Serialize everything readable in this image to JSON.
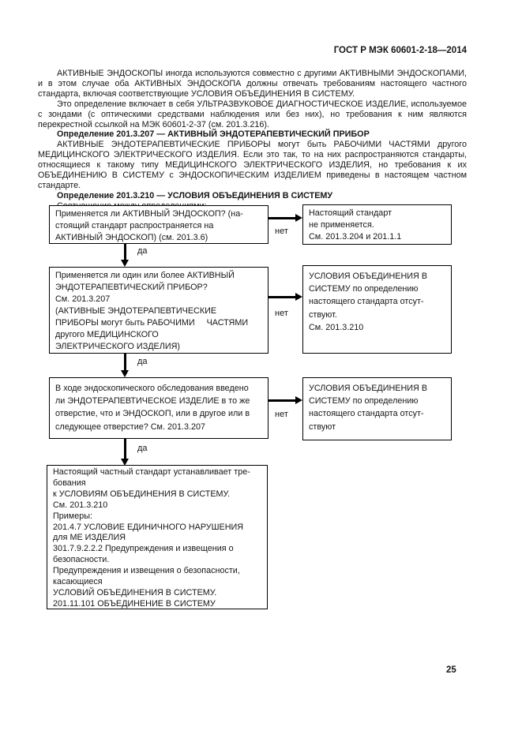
{
  "header": {
    "title": "ГОСТ Р МЭК 60601-2-18—2014"
  },
  "body": {
    "p1": "АКТИВНЫЕ ЭНДОСКОПЫ иногда используются совместно с другими АКТИВНЫМИ ЭНДОСКОПАМИ, и в этом случае оба АКТИВНЫХ ЭНДОСКОПА должны отвечать требованиям настоящего частного стандарта, включая соответствующие УСЛОВИЯ ОБЪЕДИНЕНИЯ В СИСТЕМУ.",
    "p2": "Это определение включает в себя УЛЬТРАЗВУКОВОЕ ДИАГНОСТИЧЕСКОЕ ИЗДЕЛИЕ, используемое с зондами (с оптическими средствами наблюдения или без них), но требования к ним являются перекрестной ссылкой на МЭК 60601-2-37 (см. 201.3.216).",
    "h1": "Определение 201.3.207 — АКТИВНЫЙ ЭНДОТЕРАПЕВТИЧЕСКИЙ ПРИБОР",
    "p3": "АКТИВНЫЕ ЭНДОТЕРАПЕВТИЧЕСКИЕ ПРИБОРЫ могут быть РАБОЧИМИ ЧАСТЯМИ другого МЕДИЦИНСКОГО ЭЛЕКТРИЧЕСКОГО ИЗДЕЛИЯ. Если это так, то на них распространяются стандарты, относящиеся к такому типу МЕДИЦИНСКОГО ЭЛЕКТРИЧЕСКОГО ИЗДЕЛИЯ, но требования к их ОБЪЕДИНЕНИЮ В СИСТЕМУ с ЭНДОСКОПИЧЕСКИМ ИЗДЕЛИЕМ приведены в настоящем частном стандарте.",
    "h2": "Определение 201.3.210 — УСЛОВИЯ ОБЪЕДИНЕНИЯ В СИСТЕМУ",
    "p4": "Соотношение между определениями:"
  },
  "flow": {
    "labels": {
      "yes": "да",
      "no": "нет"
    },
    "q1": "Применяется ли АКТИВНЫЙ ЭНДОСКОП? (на-\nстоящий стандарт распространяется на\nАКТИВНЫЙ ЭНДОСКОП) (см. 201.3.6)",
    "r1": "Настоящий стандарт\nне применяется.\nСм. 201.3.204 и 201.1.1",
    "q2": "Применяется ли один или более АКТИВНЫЙ\nЭНДОТЕРАПЕВТИЧЕСКИЙ ПРИБОР?\nСм. 201.3.207\n(АКТИВНЫЕ ЭНДОТЕРАПЕВТИЧЕСКИЕ\nПРИБОРЫ могут быть РАБОЧИМИ     ЧАСТЯМИ\nдругого МЕДИЦИНСКОГО\nЭЛЕКТРИЧЕСКОГО ИЗДЕЛИЯ)",
    "r2": "УСЛОВИЯ ОБЪЕДИНЕНИЯ В\nСИСТЕМУ по определению\nнастоящего стандарта отсут-\nствуют.\nСм. 201.3.210",
    "q3": "В ходе эндоскопического обследования введено\nли ЭНДОТЕРАПЕВТИЧЕСКОЕ ИЗДЕЛИЕ в то же\nотверстие, что и ЭНДОСКОП, или в другое или в\nследующее отверстие? См. 201.3.207",
    "r3": "УСЛОВИЯ ОБЪЕДИНЕНИЯ В\nСИСТЕМУ по определению\nнастоящего стандарта отсут-\nствуют",
    "result": "Настоящий частный стандарт устанавливает тре-\nбования\nк УСЛОВИЯМ ОБЪЕДИНЕНИЯ В СИСТЕМУ.\nСм. 201.3.210\nПримеры:\n201.4.7 УСЛОВИЕ ЕДИНИЧНОГО НАРУШЕНИЯ\nдля МЕ ИЗДЕЛИЯ\n301.7.9.2.2.2 Предупреждения и извещения о\nбезопасности.\nПредупреждения и извещения о безопасности,\nкасающиеся\nУСЛОВИЙ ОБЪЕДИНЕНИЯ В СИСТЕМУ.\n201.11.101 ОБЪЕДИНЕНИЕ В СИСТЕМУ"
  },
  "footer": {
    "page_number": "25"
  }
}
